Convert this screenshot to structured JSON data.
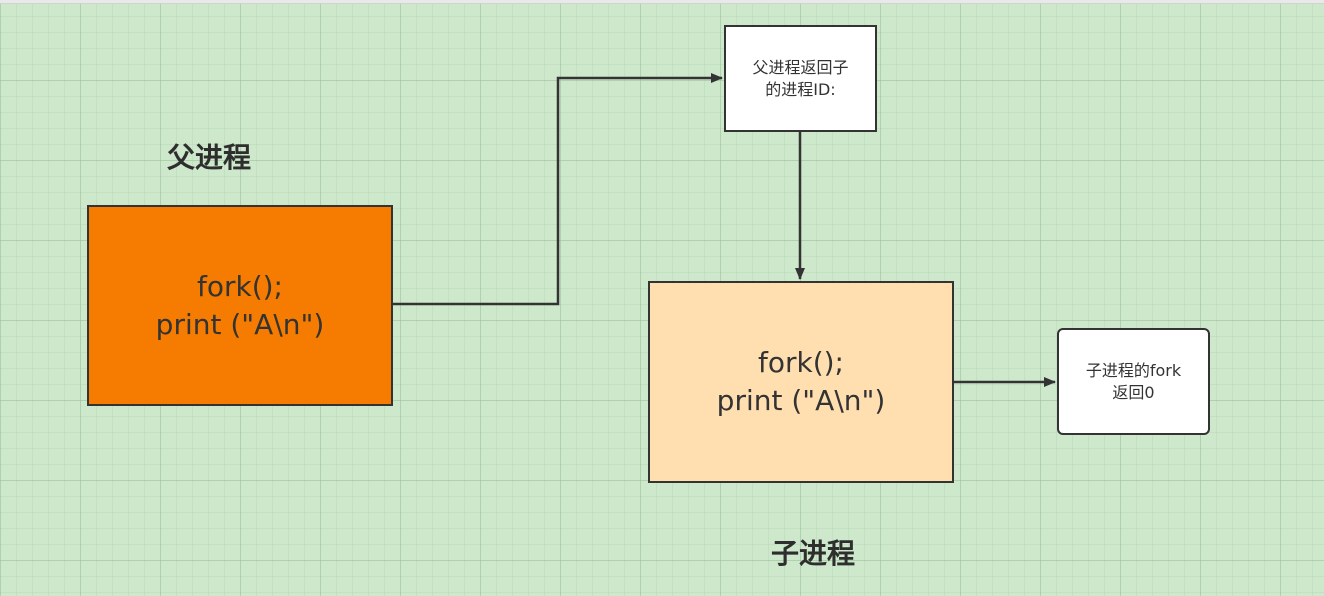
{
  "parent_label": "父进程",
  "child_label": "子进程",
  "parent_box": {
    "line1": "fork();",
    "line2": "print (\"A\\n\")",
    "fill": "#f57c00"
  },
  "child_box": {
    "line1": "fork();",
    "line2": "print (\"A\\n\")",
    "fill": "#ffdfb0"
  },
  "parent_return_note": {
    "line1": "父进程返回子",
    "line2": "的进程ID:"
  },
  "child_return_note": {
    "line1": "子进程的fork",
    "line2": "返回0"
  },
  "colors": {
    "background": "#cde8cb",
    "stroke": "#333333"
  }
}
